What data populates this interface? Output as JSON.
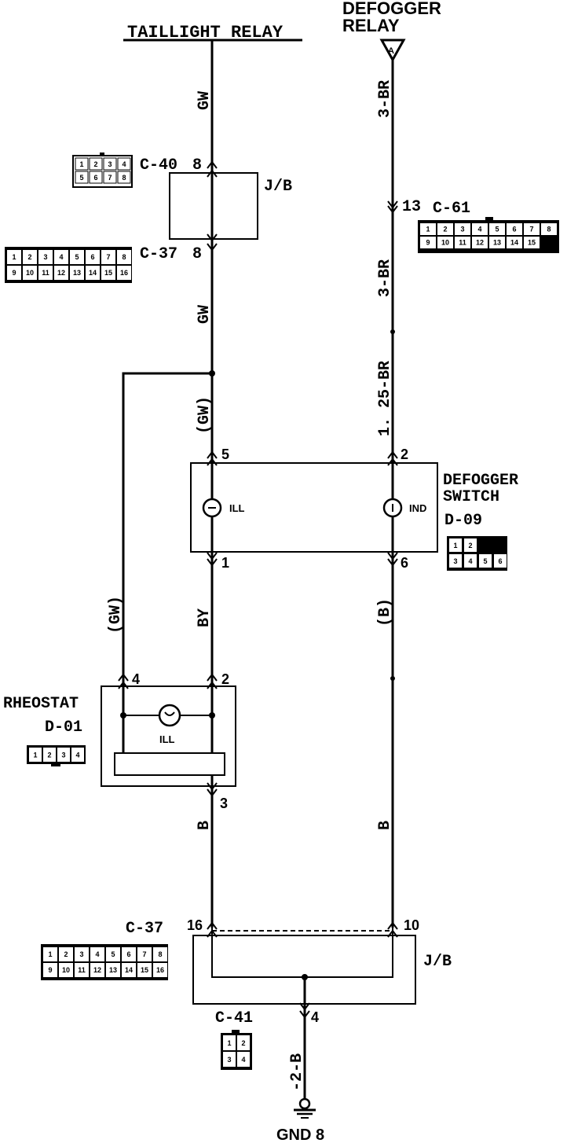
{
  "sources": {
    "taillight_relay": "TAILLIGHT RELAY",
    "defogger_relay_line1": "DEFOGGER",
    "defogger_relay_line2": "RELAY"
  },
  "wire_colors": {
    "gw_top": "GW",
    "gw_mid": "GW",
    "gw_paren_mid": "(GW)",
    "gw_paren_left": "(GW)",
    "by": "BY",
    "b_left": "B",
    "br_top": "3-BR",
    "br_mid": "3-BR",
    "br_low": "1. 25-BR",
    "b_paren": "(B)",
    "b_right": "B",
    "ground_wire": "-2-B"
  },
  "connectors": {
    "c40": "C-40",
    "c40_pin": "8",
    "c37_top": "C-37",
    "c37_top_pin": "8",
    "c61": "C-61",
    "c61_pin": "13",
    "c37_bottom": "C-37",
    "c37_bottom_pin_left": "16",
    "c37_bottom_pin_right": "10",
    "c41": "C-41",
    "c41_pin": "4"
  },
  "junction_blocks": {
    "top": "J/B",
    "bottom": "J/B"
  },
  "defogger_switch": {
    "name_line1": "DEFOGGER",
    "name_line2": "SWITCH",
    "code": "D-09",
    "lamp_ill": "ILL",
    "lamp_ind": "IND",
    "pin_5": "5",
    "pin_2": "2",
    "pin_1": "1",
    "pin_6": "6"
  },
  "rheostat": {
    "name": "RHEOSTAT",
    "code": "D-01",
    "lamp": "ILL",
    "pin_4": "4",
    "pin_2": "2",
    "pin_3": "3"
  },
  "ground": {
    "label": "GND 8"
  },
  "connector_faces": {
    "c40": [
      "1",
      "2",
      "3",
      "4",
      "5",
      "6",
      "7",
      "8"
    ],
    "c37": [
      "1",
      "2",
      "3",
      "4",
      "5",
      "6",
      "7",
      "8",
      "9",
      "10",
      "11",
      "12",
      "13",
      "14",
      "15",
      "16"
    ],
    "c61": [
      "1",
      "2",
      "3",
      "4",
      "5",
      "6",
      "7",
      "8",
      "9",
      "10",
      "11",
      "12",
      "13",
      "14",
      "15"
    ],
    "d09": [
      "1",
      "2",
      "3",
      "4",
      "5",
      "6"
    ],
    "d01": [
      "1",
      "2",
      "3",
      "4"
    ],
    "c41": [
      "1",
      "2",
      "3",
      "4"
    ]
  }
}
